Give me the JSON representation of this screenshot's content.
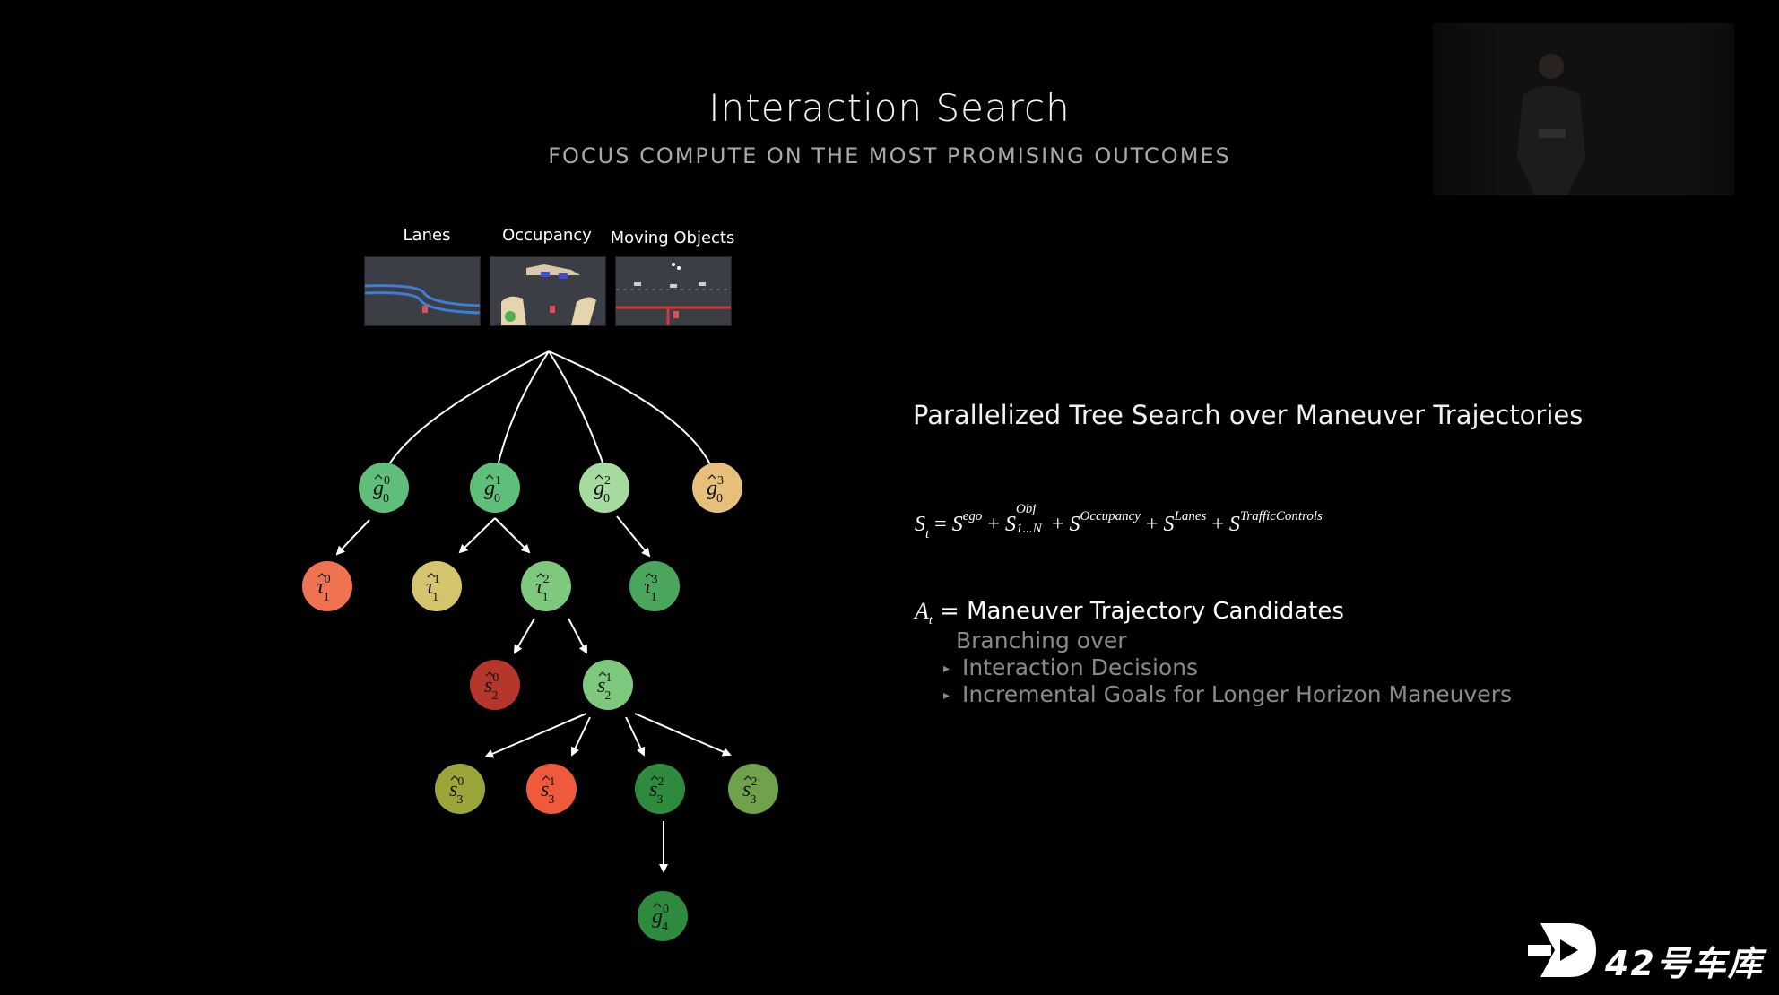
{
  "slide": {
    "title": "Interaction Search",
    "subtitle": "FOCUS COMPUTE ON THE MOST PROMISING OUTCOMES"
  },
  "thumbnails": [
    {
      "label": "Lanes"
    },
    {
      "label": "Occupancy"
    },
    {
      "label": "Moving Objects"
    }
  ],
  "tree": {
    "nodes": [
      {
        "id": "g00",
        "base": "g",
        "sup": "0",
        "sub": "0",
        "color": "#5fbf7a"
      },
      {
        "id": "g01",
        "base": "g",
        "sup": "1",
        "sub": "0",
        "color": "#5fbf7a"
      },
      {
        "id": "g02",
        "base": "g",
        "sup": "2",
        "sub": "0",
        "color": "#a6dba0"
      },
      {
        "id": "g03",
        "base": "g",
        "sup": "3",
        "sub": "0",
        "color": "#e6c07b"
      },
      {
        "id": "t10",
        "base": "τ",
        "sup": "0",
        "sub": "1",
        "color": "#ef7350"
      },
      {
        "id": "t11",
        "base": "τ",
        "sup": "1",
        "sub": "1",
        "color": "#d4c56c"
      },
      {
        "id": "t12",
        "base": "τ",
        "sup": "2",
        "sub": "1",
        "color": "#7fc97f"
      },
      {
        "id": "t13",
        "base": "τ",
        "sup": "3",
        "sub": "1",
        "color": "#4aa65c"
      },
      {
        "id": "s20",
        "base": "s",
        "sup": "0",
        "sub": "2",
        "color": "#b5362a"
      },
      {
        "id": "s21",
        "base": "s",
        "sup": "1",
        "sub": "2",
        "color": "#7fc97f"
      },
      {
        "id": "s30",
        "base": "s",
        "sup": "0",
        "sub": "3",
        "color": "#9ba53a"
      },
      {
        "id": "s31",
        "base": "s",
        "sup": "1",
        "sub": "3",
        "color": "#ef5a3c"
      },
      {
        "id": "s32",
        "base": "s",
        "sup": "2",
        "sub": "3",
        "color": "#2e8b3e"
      },
      {
        "id": "s33",
        "base": "s",
        "sup": "2",
        "sub": "3",
        "color": "#6fa24a"
      },
      {
        "id": "g40",
        "base": "g",
        "sup": "0",
        "sub": "4",
        "color": "#2e8b3e"
      }
    ]
  },
  "heading": "Parallelized Tree Search over Maneuver Trajectories",
  "state_equation": {
    "lhs": "S",
    "lhs_sub": "t",
    "terms": [
      {
        "base": "S",
        "sup": "ego"
      },
      {
        "base": "S",
        "sup": "Obj",
        "sub": "1...N"
      },
      {
        "base": "S",
        "sup": "Occupancy"
      },
      {
        "base": "S",
        "sup": "Lanes"
      },
      {
        "base": "S",
        "sup": "TrafficControls"
      }
    ]
  },
  "action": {
    "var": "A",
    "var_sub": "t",
    "text": "Maneuver Trajectory Candidates",
    "branching": "Branching over",
    "bullets": [
      "Interaction Decisions",
      "Incremental Goals for Longer Horizon Maneuvers"
    ]
  },
  "watermark": {
    "text": "42号车库"
  }
}
